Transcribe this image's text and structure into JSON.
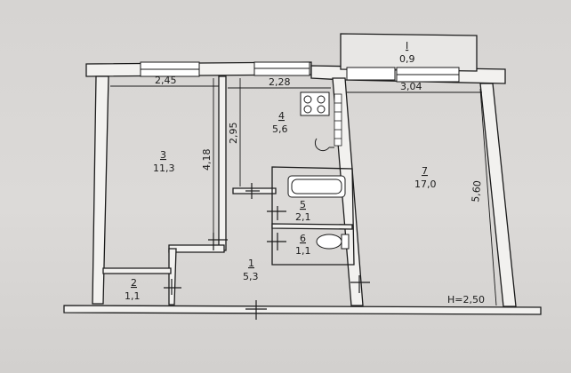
{
  "rooms": [
    {
      "id": "balcony",
      "number": "I",
      "area": "0,9"
    },
    {
      "id": "room-2",
      "number": "2",
      "area": "1,1"
    },
    {
      "id": "room-3",
      "number": "3",
      "area": "11,3"
    },
    {
      "id": "room-4",
      "number": "4",
      "area": "5,6"
    },
    {
      "id": "room-5",
      "number": "5",
      "area": "2,1"
    },
    {
      "id": "room-6",
      "number": "6",
      "area": "1,1"
    },
    {
      "id": "room-1",
      "number": "1",
      "area": "5,3"
    },
    {
      "id": "room-7",
      "number": "7",
      "area": "17,0"
    }
  ],
  "dimensions": {
    "room3_width": "2,45",
    "room4_width": "2,28",
    "room7_width": "3,04",
    "room3_length": "4,18",
    "room4_length": "2,95",
    "room7_length": "5,60"
  },
  "ceiling_height": "H=2,50",
  "colors": {
    "background": "#d9d7d5",
    "wall": "#f2f1ef",
    "ink": "#1b1b1b"
  }
}
